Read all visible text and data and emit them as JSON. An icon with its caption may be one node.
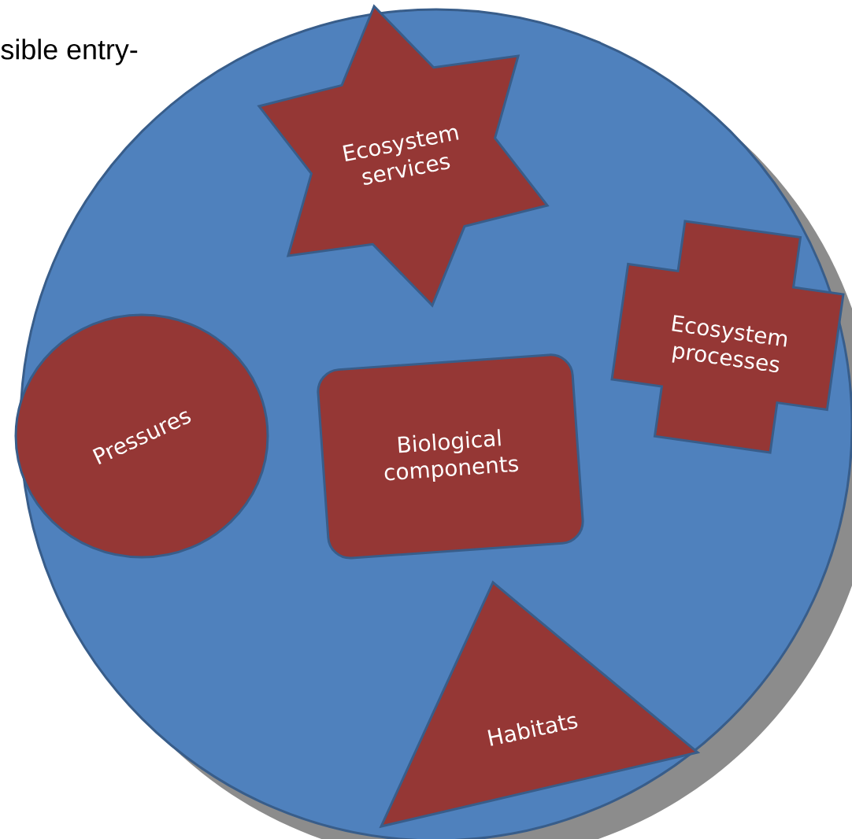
{
  "diagram": {
    "nodes": [
      {
        "text": [],
        "shape": "circle"
      },
      {
        "text": [
          "Ecosystem services"
        ],
        "in": 0
      },
      {
        "text": [
          "Ecosystem processes"
        ],
        "in": 0
      },
      {
        "text": [
          "Pressures"
        ],
        "in": 0
      },
      {
        "text": [
          "Biological components"
        ],
        "in": 0
      },
      {
        "text": [
          "Habitats"
        ],
        "in": 0
      }
    ],
    "labels": [
      "sible entry-"
    ]
  }
}
